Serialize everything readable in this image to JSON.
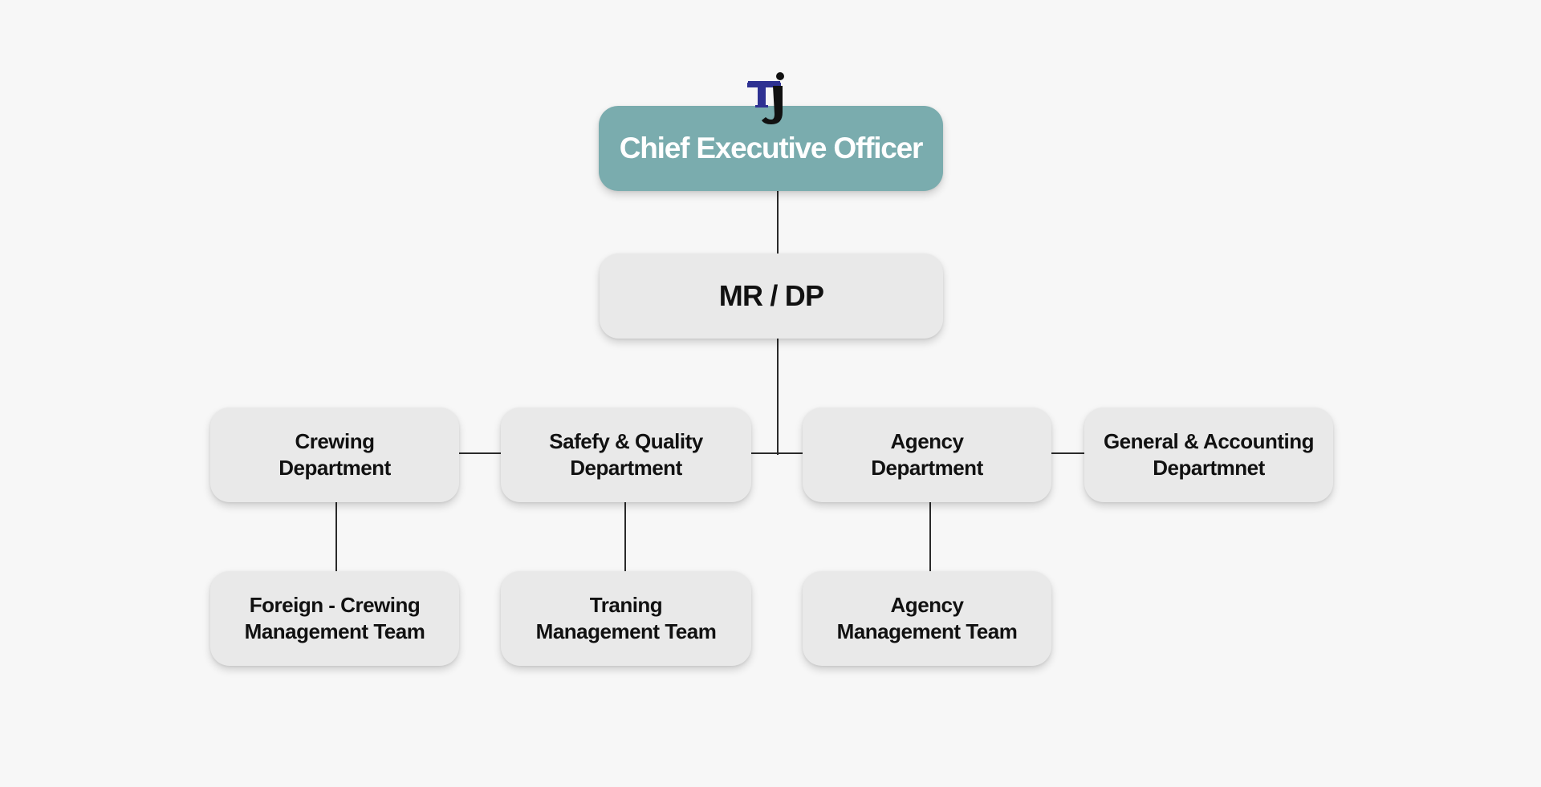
{
  "org_chart": {
    "logo": {
      "icon": "tj-company-logo-icon",
      "text": "TJ",
      "colors": {
        "t": "#2e3192",
        "j": "#111111"
      }
    },
    "ceo": {
      "label": "Chief Executive Officer"
    },
    "mr_dp": {
      "label": "MR / DP"
    },
    "departments": [
      {
        "line1": "Crewing",
        "line2": "Department"
      },
      {
        "line1": "Safefy & Quality",
        "line2": "Department"
      },
      {
        "line1": "Agency",
        "line2": "Department"
      },
      {
        "line1": "General & Accounting",
        "line2": "Departmnet"
      }
    ],
    "teams": [
      {
        "line1": "Foreign - Crewing",
        "line2": "Management Team"
      },
      {
        "line1": "Traning",
        "line2": "Management Team"
      },
      {
        "line1": "Agency",
        "line2": "Management Team"
      }
    ],
    "colors": {
      "background": "#f7f7f7",
      "ceo_box": "#7aacae",
      "box": "#e9e9e9",
      "connector": "#2b2b2b"
    }
  }
}
